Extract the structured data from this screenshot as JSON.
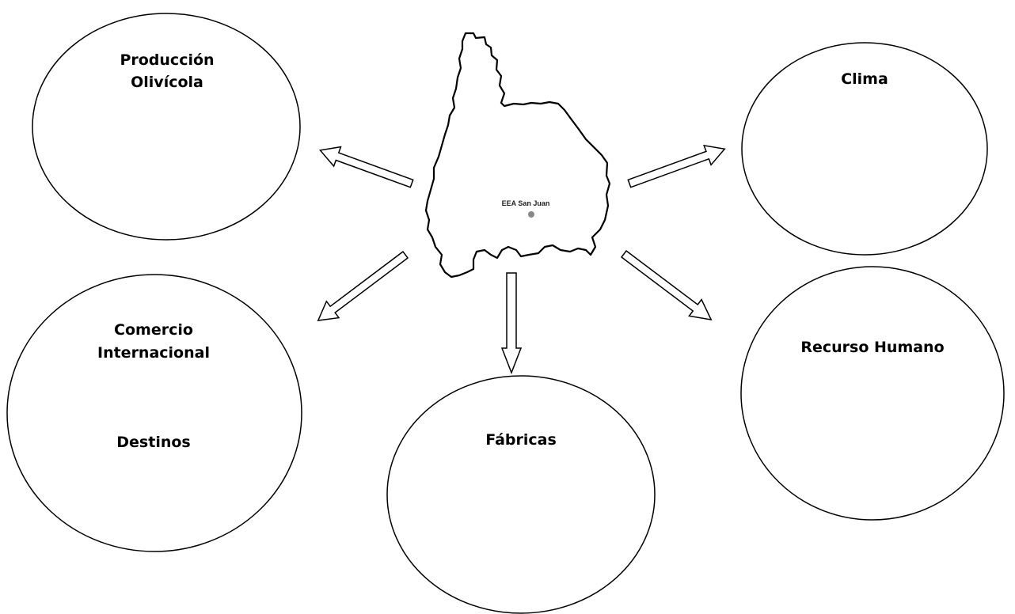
{
  "map": {
    "label": "EEA San Juan"
  },
  "nodes": {
    "produccion": {
      "line1": "Producción",
      "line2": "Olivícola"
    },
    "clima": {
      "label": "Clima"
    },
    "comercio": {
      "line1": "Comercio",
      "line2": "Internacional",
      "line3": "Destinos"
    },
    "fabricas": {
      "label": "Fábricas"
    },
    "recurso": {
      "label": "Recurso Humano"
    }
  },
  "colors": {
    "stroke": "#000000",
    "background": "#ffffff",
    "marker": "#888888"
  }
}
